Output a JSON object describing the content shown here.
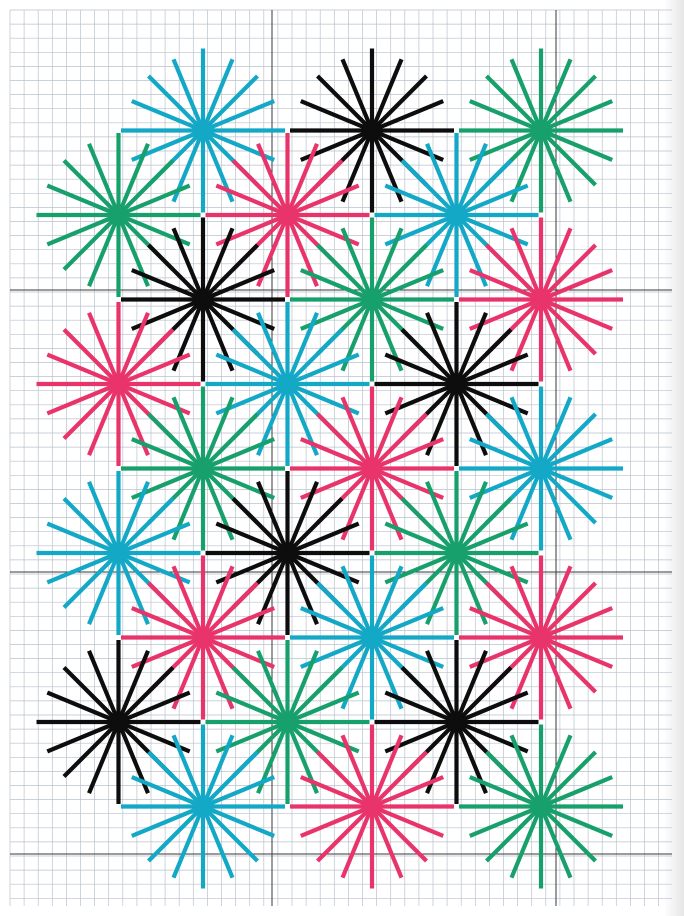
{
  "colors": {
    "paper": "#ffffff",
    "grid_minor": "#b9c2cc",
    "grid_major": "#3a3a3a",
    "star_palette": {
      "green": "#17a06b",
      "cyan": "#12a8c6",
      "black": "#0d0d0d",
      "pink": "#e8346a"
    }
  },
  "chart_data": {
    "type": "scatter",
    "description_free": true,
    "grid": {
      "cell_units": 1,
      "columns": 24,
      "rows": 32,
      "major_every": 10,
      "shown": true
    },
    "stitch": {
      "name": "",
      "rays_per_star": 16
    },
    "stars": [
      {
        "col": 2,
        "row": 1,
        "color": "cyan"
      },
      {
        "col": 4,
        "row": 1,
        "color": "black"
      },
      {
        "col": 6,
        "row": 1,
        "color": "green"
      },
      {
        "col": 1,
        "row": 2,
        "color": "green"
      },
      {
        "col": 3,
        "row": 2,
        "color": "pink"
      },
      {
        "col": 5,
        "row": 2,
        "color": "cyan"
      },
      {
        "col": 2,
        "row": 3,
        "color": "black"
      },
      {
        "col": 4,
        "row": 3,
        "color": "green"
      },
      {
        "col": 6,
        "row": 3,
        "color": "pink"
      },
      {
        "col": 1,
        "row": 4,
        "color": "pink"
      },
      {
        "col": 3,
        "row": 4,
        "color": "cyan"
      },
      {
        "col": 5,
        "row": 4,
        "color": "black"
      },
      {
        "col": 2,
        "row": 5,
        "color": "green"
      },
      {
        "col": 4,
        "row": 5,
        "color": "pink"
      },
      {
        "col": 6,
        "row": 5,
        "color": "cyan"
      },
      {
        "col": 1,
        "row": 6,
        "color": "cyan"
      },
      {
        "col": 3,
        "row": 6,
        "color": "black"
      },
      {
        "col": 5,
        "row": 6,
        "color": "green"
      },
      {
        "col": 2,
        "row": 7,
        "color": "pink"
      },
      {
        "col": 4,
        "row": 7,
        "color": "cyan"
      },
      {
        "col": 6,
        "row": 7,
        "color": "pink"
      },
      {
        "col": 1,
        "row": 8,
        "color": "black"
      },
      {
        "col": 3,
        "row": 8,
        "color": "green"
      },
      {
        "col": 5,
        "row": 8,
        "color": "black"
      },
      {
        "col": 2,
        "row": 9,
        "color": "cyan"
      },
      {
        "col": 4,
        "row": 9,
        "color": "pink"
      },
      {
        "col": 6,
        "row": 9,
        "color": "green"
      }
    ]
  }
}
